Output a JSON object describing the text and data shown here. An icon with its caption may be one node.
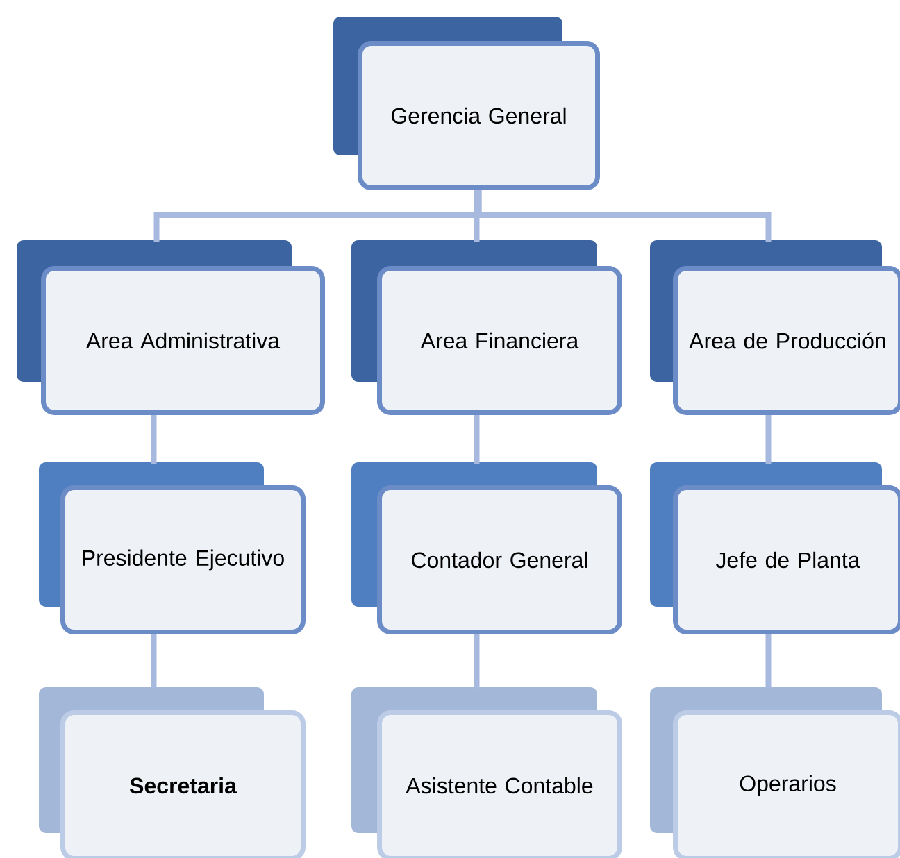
{
  "diagram": {
    "nodes": [
      {
        "text": [
          "Gerencia General"
        ]
      },
      {
        "text": [
          "Area Administrativa"
        ]
      },
      {
        "text": [
          "Area Financiera"
        ]
      },
      {
        "text": [
          "Area de Producción"
        ]
      },
      {
        "text": [
          "Presidente Ejecutivo"
        ]
      },
      {
        "text": [
          "Contador General"
        ]
      },
      {
        "text": [
          "Jefe de Planta"
        ]
      },
      {
        "text": [
          "Secretaria"
        ]
      },
      {
        "text": [
          "Asistente Contable"
        ]
      },
      {
        "text": [
          "Operarios"
        ]
      }
    ],
    "edges": [
      {
        "from": 0,
        "to": 1,
        "arrow": "none"
      },
      {
        "from": 0,
        "to": 2,
        "arrow": "none"
      },
      {
        "from": 0,
        "to": 3,
        "arrow": "none"
      },
      {
        "from": 1,
        "to": 4,
        "arrow": "none"
      },
      {
        "from": 4,
        "to": 7,
        "arrow": "none"
      },
      {
        "from": 2,
        "to": 5,
        "arrow": "none"
      },
      {
        "from": 5,
        "to": 8,
        "arrow": "none"
      },
      {
        "from": 3,
        "to": 6,
        "arrow": "none"
      },
      {
        "from": 6,
        "to": 9,
        "arrow": "none"
      }
    ]
  }
}
